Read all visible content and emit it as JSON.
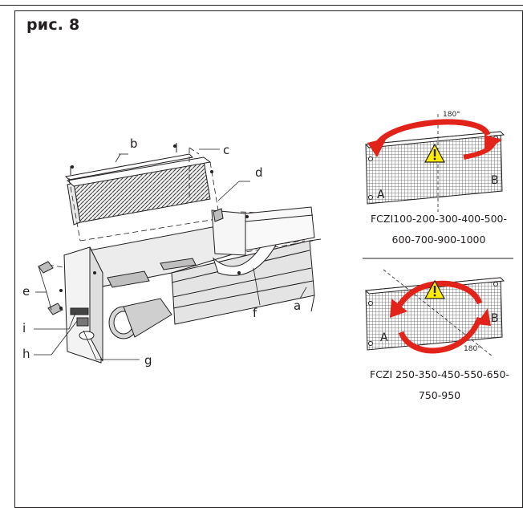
{
  "figure": {
    "title": "рис. 8"
  },
  "labels": {
    "a": "a",
    "b": "b",
    "c": "c",
    "d": "d",
    "e": "e",
    "f": "f",
    "g": "g",
    "h": "h",
    "i": "i"
  },
  "rotations": [
    {
      "degrees": "180°",
      "side_a": "A",
      "side_b": "B",
      "caption_line1": "FCZI100-200-300-400-500-",
      "caption_line2": "600-700-900-1000"
    },
    {
      "degrees": "180°",
      "side_a": "A",
      "side_b": "B",
      "caption_line1": "FCZI 250-350-450-550-650-",
      "caption_line2": "750-950"
    }
  ],
  "colors": {
    "arrow": "#e2231a",
    "warning": "#ffed00",
    "line": "#231f20",
    "panel": "#d9d9d9"
  },
  "icons": [
    "warning-triangle-icon",
    "rotate-arrow-icon"
  ]
}
